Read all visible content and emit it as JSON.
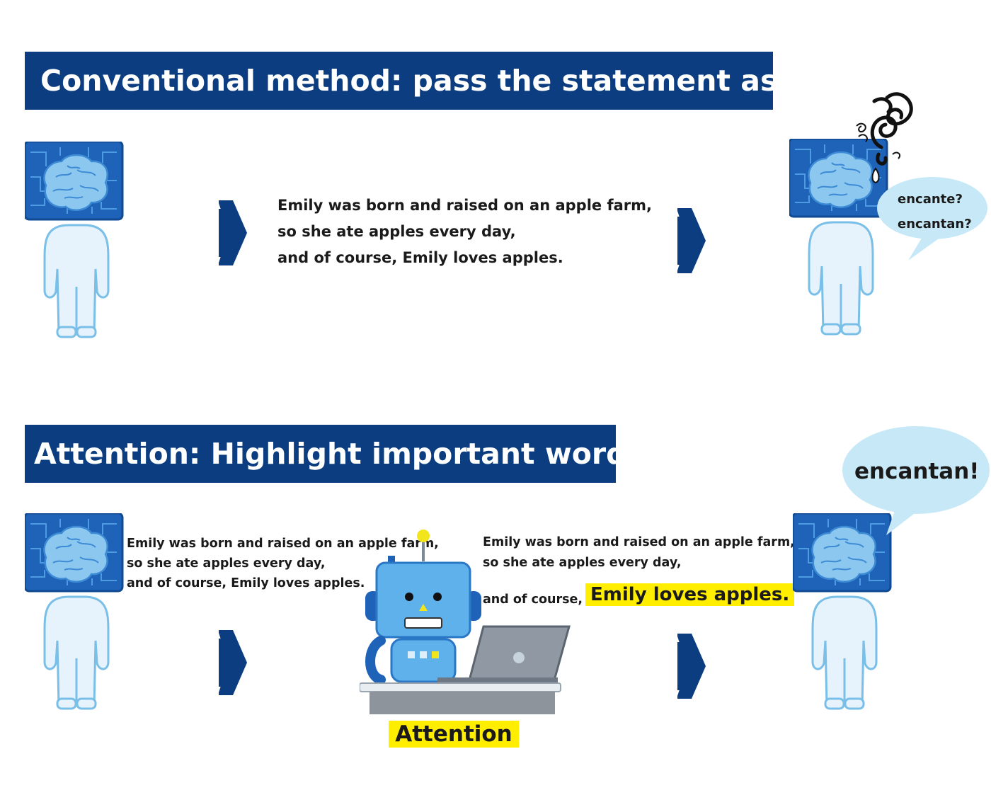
{
  "top": {
    "title": "Conventional method: pass the statement as is",
    "sentence": [
      "Emily was born and raised on an apple farm,",
      "so she ate apples every day,",
      "and of course, Emily loves apples."
    ],
    "bubble": [
      "encante?",
      "encantan?"
    ]
  },
  "bottom": {
    "title": "Attention: Highlight important words",
    "sentence_in": [
      "Emily was born and raised on an apple farm,",
      "so she ate apples every day,",
      "and of course, Emily loves apples."
    ],
    "sentence_out": [
      "Emily was born and raised on an apple farm,",
      "so she ate apples every day,",
      "and of course,"
    ],
    "highlight": "Emily loves apples.",
    "attention_label": "Attention",
    "bubble": "encantan!"
  },
  "colors": {
    "banner": "#0b3d80",
    "arrow": "#0b3d80",
    "highlight": "#ffee00",
    "bubble": "#c7e8f7",
    "brain_screen": "#1e63b8"
  }
}
